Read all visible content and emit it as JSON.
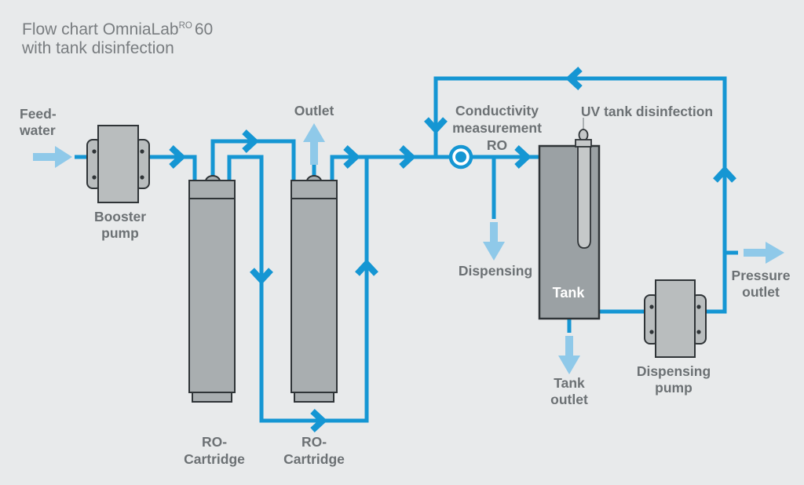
{
  "title": {
    "text": "Flow chart OmniaLab",
    "superscript": "RO",
    "suffix": "60",
    "line2": "with tank disinfection"
  },
  "labels": {
    "feed_water": [
      "Feed-",
      "water"
    ],
    "booster_pump": [
      "Booster",
      "pump"
    ],
    "outlet": "Outlet",
    "conductivity": [
      "Conductivity",
      "measurement",
      "RO"
    ],
    "uv_tank_disinfection": "UV tank disinfection",
    "dispensing": "Dispensing",
    "tank": "Tank",
    "tank_outlet": [
      "Tank",
      "outlet"
    ],
    "dispensing_pump": [
      "Dispensing",
      "pump"
    ],
    "pressure_outlet": [
      "Pressure",
      "outlet"
    ],
    "ro_cartridge_left": [
      "RO-",
      "Cartridge"
    ],
    "ro_cartridge_right": [
      "RO-",
      "Cartridge"
    ]
  },
  "colors": {
    "background": "#e8eaeb",
    "pipe": "#1596d3",
    "flow_arrow": "#8fc9e9",
    "outline": "#2f3437",
    "pump_fill": "#b9bdbe",
    "cartridge_fill": "#a9aeb0",
    "tank_fill": "#9ba1a4",
    "uv_tube_fill": "#c5c8c9",
    "uv_wire": "#979c9e",
    "label": "#6c7174",
    "title": "#797d80",
    "tank_label": "#ffffff"
  },
  "icons": {
    "flow_direction_arrow": "chevron-arrow",
    "stream_arrow": "block-arrow",
    "conductivity_sensor": "ring-dot"
  }
}
